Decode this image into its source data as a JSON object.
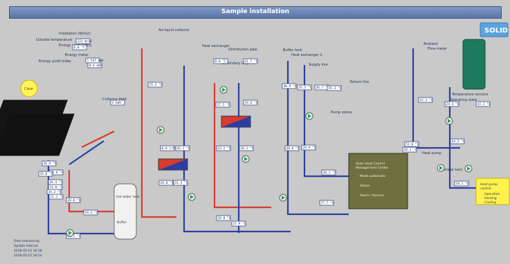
{
  "app": {
    "title": "Sample installation"
  },
  "logo": {
    "text": "SOLID"
  },
  "sun": {
    "label": "Clear"
  },
  "controller": {
    "title_lines": [
      "Solar Heat Control",
      "Management Center"
    ],
    "options": [
      "Mode automatic",
      "Status",
      "Alarm / Service"
    ]
  },
  "yellow_panel": {
    "title_lines": [
      "Heat pump",
      "control"
    ],
    "options": [
      "Operation",
      "Heating",
      "Cooling"
    ]
  },
  "footer": {
    "lines": [
      "Data monitoring",
      "Update interval",
      "2018-05-15 10:18",
      "2018-05-15 10:24"
    ]
  },
  "labels": [
    "Irradiation (W/m2)",
    "Outside temperature",
    "Energy yield (kWh)",
    "Energy meter",
    "Energy yield today",
    "Air-liquid collector",
    "Heat exchanger",
    "Collector field",
    "Distribution pipe",
    "Secondary loop",
    "Buffer tank",
    "Heat exchanger 2",
    "Supply line",
    "Return line",
    "Ambient",
    "Flow meter",
    "Pump status",
    "Temperature sensors",
    "Operating state",
    "Heat pump",
    "Storage tank"
  ],
  "readouts": [
    "221 W/m2",
    "6.0 °C",
    "1 547 kWh",
    "8.6 kWh",
    "3 kWh",
    "25.3 °C",
    "45.1 °C",
    "0.0 l/h",
    "31.4 °C",
    "28.0 °C",
    "27.5 °C",
    "34.6 °C",
    "33.2 °C",
    "38.1 °C",
    "36.0 °C",
    "37.9 °C",
    "0.0 °C",
    "41.7 °C",
    "40.9 °C",
    "35.5 °C",
    "36.7 °C",
    "45.3 °C",
    "46.0 °C",
    "29.9 °C",
    "30.1 °C",
    "27.7 °C",
    "28.1 °C",
    "24.4 °C",
    "44.2 °C",
    "43.1 °C",
    "42.2 °C",
    "51.6 °C",
    "18.1 °C",
    "18.9 °C",
    "21.1 °C",
    "20.0 °C",
    "19.3 °C",
    "22.5 °C",
    "26.4 °C",
    "33.0 °C",
    "34.2 °C",
    "35.8 °C",
    "36.9 °C"
  ],
  "tank_labels": [
    "Hot water tank",
    "Buffer"
  ],
  "colors": {
    "hot": "#d83b2f",
    "cold": "#2c3fa0",
    "controller": "#6f6f3f",
    "yellow": "#fff24f"
  },
  "icons": [
    "sun-icon",
    "logo-icon",
    "pump-icon",
    "valve-icon",
    "heat-exchanger-icon",
    "tank-icon",
    "heat-pump-icon",
    "collector-icon"
  ]
}
